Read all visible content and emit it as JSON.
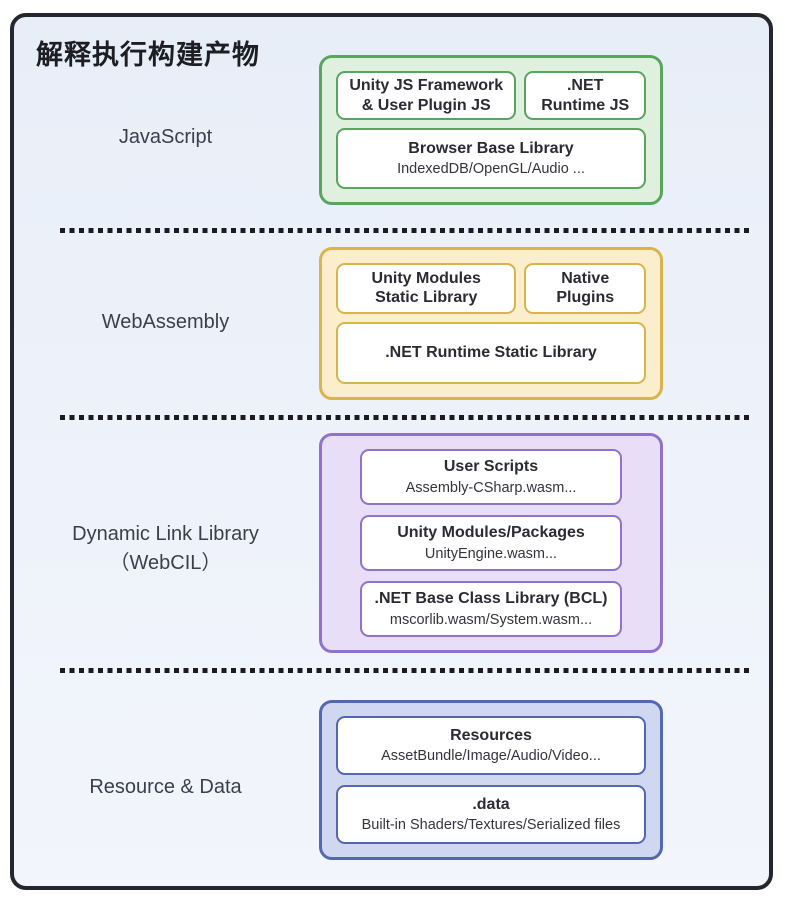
{
  "title": "解释执行构建产物",
  "colors": {
    "frame_border": "#26262e",
    "frame_background": "#ecf1fa",
    "separator": "#1a1a20",
    "text_dark": "#2b2b33",
    "label_text": "#3a3f4b",
    "green_border": "#5aa55e",
    "green_fill": "#dff0df",
    "yellow_border": "#d9b44c",
    "yellow_fill": "#faeecd",
    "purple_border": "#9172cb",
    "purple_fill": "#e8def8",
    "blue_border": "#5268b4",
    "blue_fill": "#cfd8f0"
  },
  "rows": [
    {
      "label": "JavaScript",
      "boxes": [
        {
          "title": "Unity JS Framework & User Plugin JS"
        },
        {
          "title": ".NET Runtime JS"
        },
        {
          "title": "Browser Base Library",
          "subtitle": "IndexedDB/OpenGL/Audio ..."
        }
      ]
    },
    {
      "label": "WebAssembly",
      "boxes": [
        {
          "title": "Unity Modules Static Library"
        },
        {
          "title": "Native Plugins"
        },
        {
          "title": ".NET Runtime Static Library"
        }
      ]
    },
    {
      "label_line1": "Dynamic Link Library",
      "label_line2": "（WebCIL）",
      "boxes": [
        {
          "title": "User Scripts",
          "subtitle": "Assembly-CSharp.wasm..."
        },
        {
          "title": "Unity Modules/Packages",
          "subtitle": "UnityEngine.wasm..."
        },
        {
          "title": ".NET Base Class Library (BCL)",
          "subtitle": "mscorlib.wasm/System.wasm..."
        }
      ]
    },
    {
      "label": "Resource & Data",
      "boxes": [
        {
          "title": "Resources",
          "subtitle": "AssetBundle/Image/Audio/Video..."
        },
        {
          "title": ".data",
          "subtitle": "Built-in Shaders/Textures/Serialized files"
        }
      ]
    }
  ]
}
